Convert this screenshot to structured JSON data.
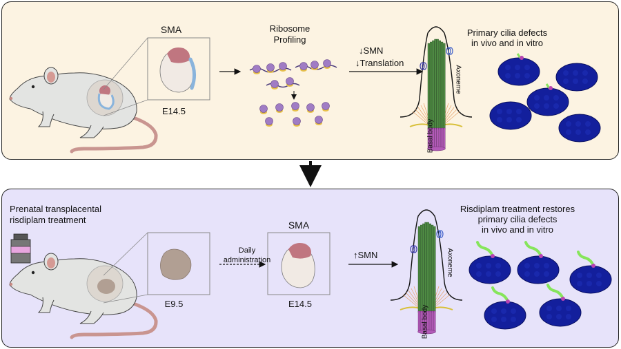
{
  "colors": {
    "top_panel_bg": "#fcf3e2",
    "bottom_panel_bg": "#e7e3fa",
    "mouse_body": "#e3e4e2",
    "mouse_tail": "#c99590",
    "embryo_skin": "#f1eae4",
    "embryo_brain": "#c07680",
    "embryo_spine": "#8ab4dc",
    "early_embryo": "#b19f93",
    "ribosome": "#a07cc4",
    "ribosome_small": "#e8c14a",
    "cilium_microtubule": "#4e8a43",
    "basal_body": "#b25ab7",
    "nucleus": "#131f9c",
    "cilia_stub": "#b843b2",
    "cilia_long": "#86e55b",
    "vial_label": "#e8a6df"
  },
  "top": {
    "embryo_title": "SMA",
    "embryo_stage": "E14.5",
    "profiling_line1": "Ribosome",
    "profiling_line2": "Profiling",
    "effect_line1": "↓SMN",
    "effect_line2": "↓Translation",
    "cilium_axoneme": "Axoneme",
    "cilium_basal": "Basal body",
    "result_line1": "Primary cilia defects",
    "result_line2": "in vivo and in vitro"
  },
  "bottom": {
    "treatment_line1": "Prenatal transplacental",
    "treatment_line2": "risdiplam treatment",
    "early_stage": "E9.5",
    "admin_line1": "Daily",
    "admin_line2": "administration",
    "embryo_title": "SMA",
    "embryo_stage": "E14.5",
    "effect_line1": "↑SMN",
    "cilium_axoneme": "Axoneme",
    "cilium_basal": "Basal body",
    "result_line1": "Risdiplam treatment restores",
    "result_line2": "primary cilia defects",
    "result_line3": "in vivo and in vitro"
  }
}
